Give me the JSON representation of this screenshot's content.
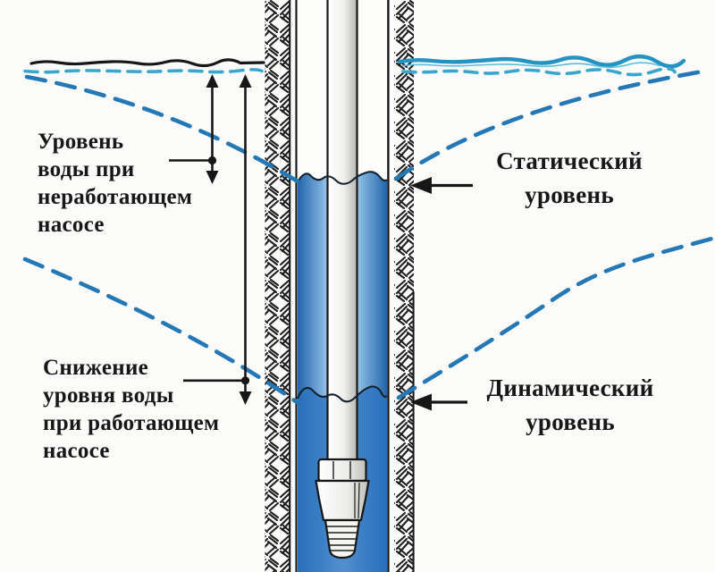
{
  "diagram": {
    "type": "well-water-levels-schematic",
    "labels": {
      "pump_off": {
        "lines": [
          "Уровень",
          "воды при",
          "неработающем",
          "насосе"
        ]
      },
      "drawdown": {
        "lines": [
          "Снижение",
          "уровня воды",
          "при работающем",
          "насосе"
        ]
      },
      "static": {
        "lines": [
          "Статический",
          "уровень"
        ]
      },
      "dynamic": {
        "lines": [
          "Динамический",
          "уровень"
        ]
      }
    },
    "colors": {
      "background": "#fbfbf9",
      "ink": "#171717",
      "water_solid": "#2c73bf",
      "water_edge": "#2265ad",
      "curve_dash": "#2478b6",
      "ground_dash": "#3aa6ce",
      "ground_teal": "#2593c1"
    }
  }
}
